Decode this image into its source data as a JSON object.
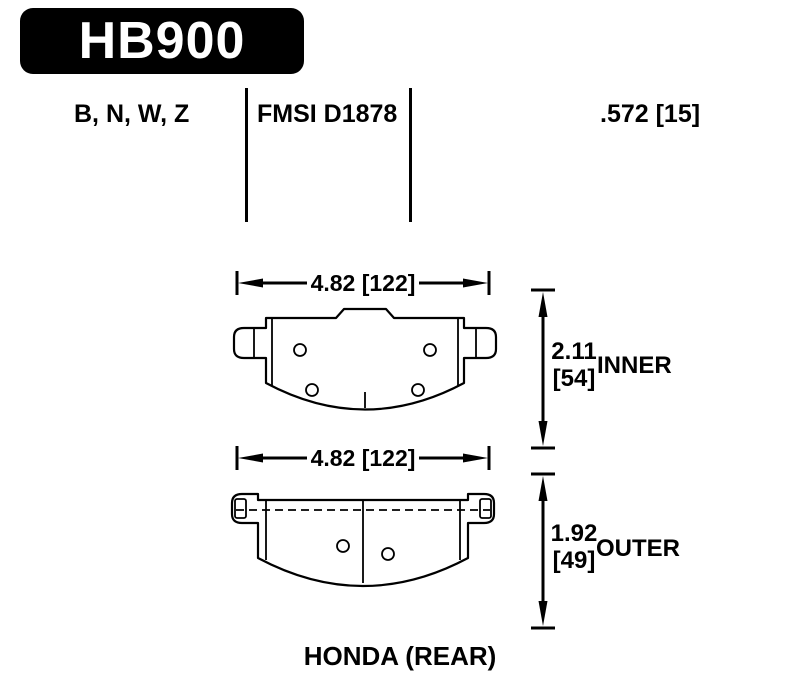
{
  "part_number": "HB900",
  "header": {
    "compounds": "B, N, W, Z",
    "fmsi": "FMSI D1878",
    "pad_thickness": ".572 [15]"
  },
  "inner_pad": {
    "width": "4.82 [122]",
    "height_value": "2.11",
    "height_bracket": "[54]",
    "label": "INNER"
  },
  "outer_pad": {
    "width": "4.82 [122]",
    "height_value": "1.92",
    "height_bracket": "[49]",
    "label": "OUTER"
  },
  "application": "HONDA (REAR)",
  "colors": {
    "ink": "#000000",
    "badge_background": "#000000",
    "background": "#ffffff"
  }
}
